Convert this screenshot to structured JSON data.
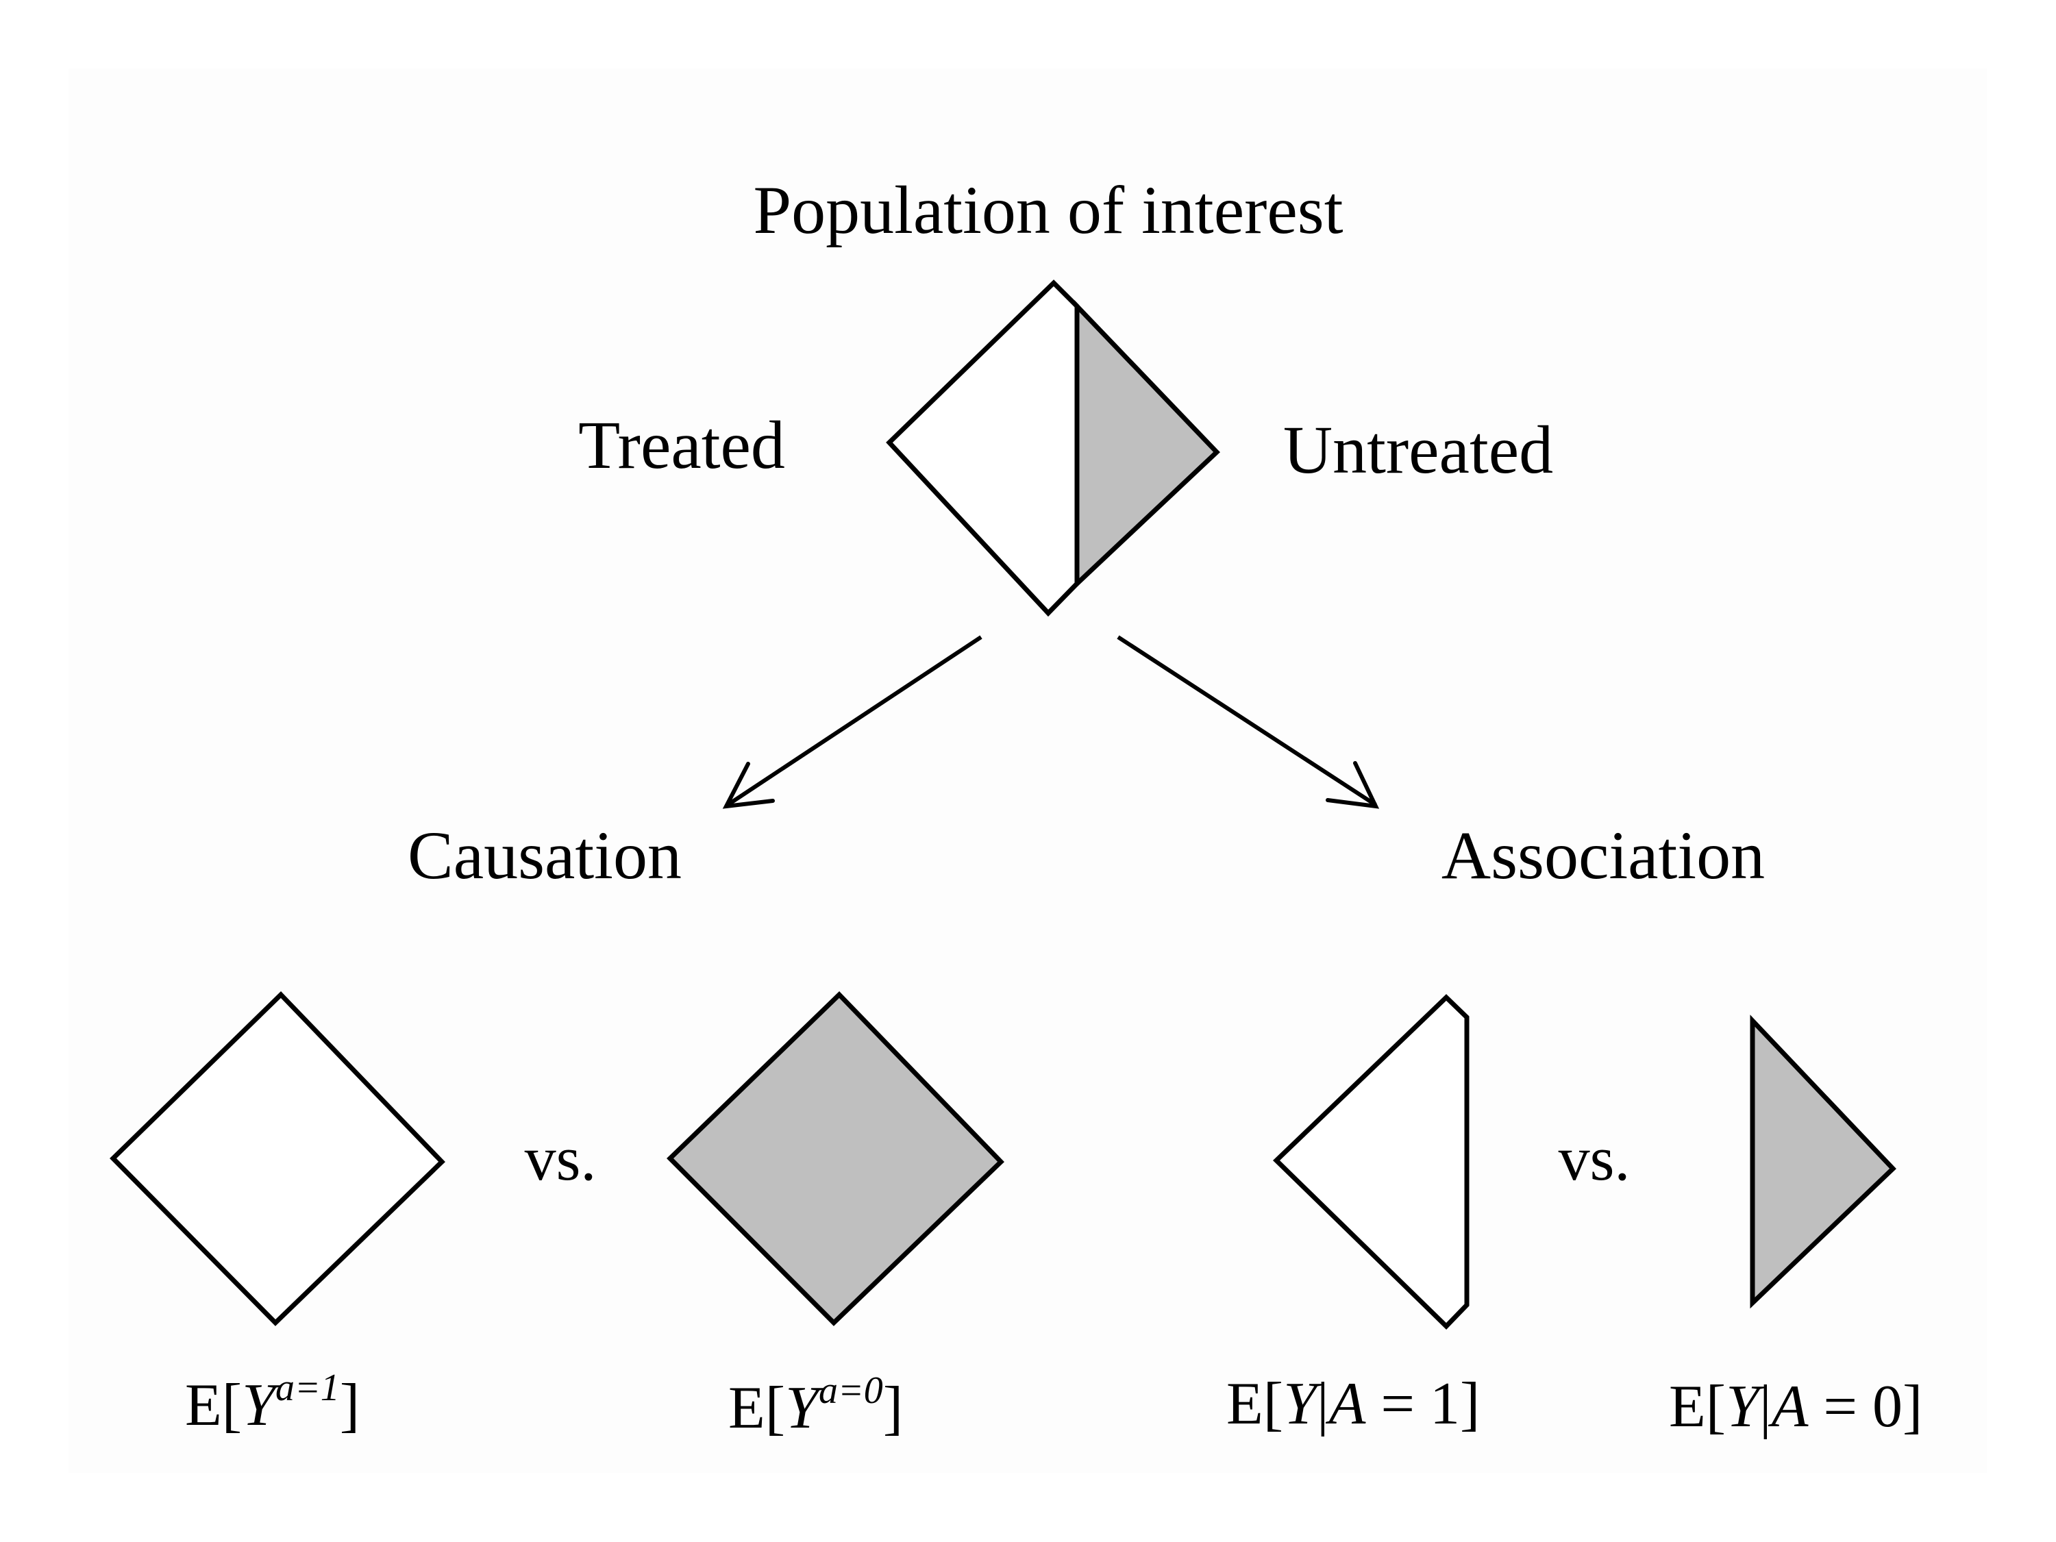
{
  "diagram": {
    "title": "Population of interest",
    "left_group_label": "Treated",
    "right_group_label": "Untreated",
    "branch_left_label": "Causation",
    "branch_right_label": "Association",
    "causation": {
      "versus_label": "vs.",
      "left_formula": {
        "prefix": "E[",
        "variable": "Y",
        "superscript": "a=1",
        "suffix": "]"
      },
      "right_formula": {
        "prefix": "E[",
        "variable": "Y",
        "superscript": "a=0",
        "suffix": "]"
      }
    },
    "association": {
      "versus_label": "vs.",
      "left_formula": {
        "prefix": "E[",
        "variable": "Y",
        "bar": "|",
        "condition_var": "A",
        "condition": " = 1]"
      },
      "right_formula": {
        "prefix": "E[",
        "variable": "Y",
        "bar": "|",
        "condition_var": "A",
        "condition": " = 0]"
      }
    },
    "colors": {
      "treated_fill": "#ffffff",
      "untreated_fill": "#bfbfbf",
      "outline": "#000000"
    }
  }
}
